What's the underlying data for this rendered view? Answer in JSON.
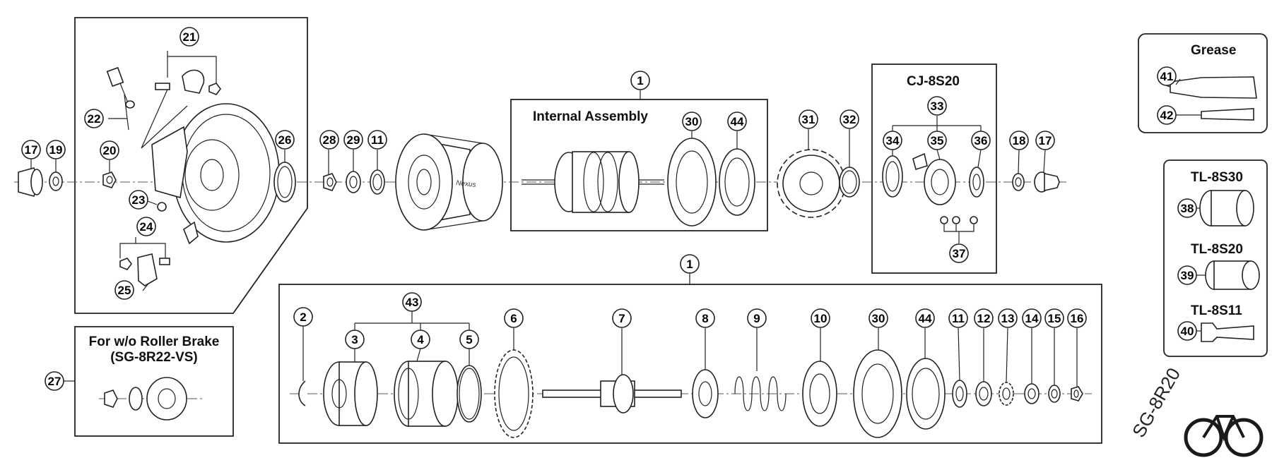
{
  "boxes": {
    "internal_assembly": "Internal Assembly",
    "cj": "CJ-8S20",
    "grease": "Grease",
    "tl_8s30": "TL-8S30",
    "tl_8s20": "TL-8S20",
    "tl_8s11": "TL-8S11",
    "roller_line1": "For w/o Roller Brake",
    "roller_line2": "(SG-8R22-VS)"
  },
  "hub_brand": "Nexus",
  "model": "SG-8R20",
  "callouts": [
    "1",
    "2",
    "3",
    "4",
    "5",
    "6",
    "7",
    "8",
    "9",
    "10",
    "11",
    "12",
    "13",
    "14",
    "15",
    "16",
    "17",
    "18",
    "19",
    "20",
    "21",
    "22",
    "23",
    "24",
    "25",
    "26",
    "27",
    "28",
    "29",
    "30",
    "31",
    "32",
    "33",
    "34",
    "35",
    "36",
    "37",
    "38",
    "39",
    "40",
    "41",
    "42",
    "43",
    "44"
  ],
  "colors": {
    "line": "#222222",
    "background": "#ffffff"
  }
}
